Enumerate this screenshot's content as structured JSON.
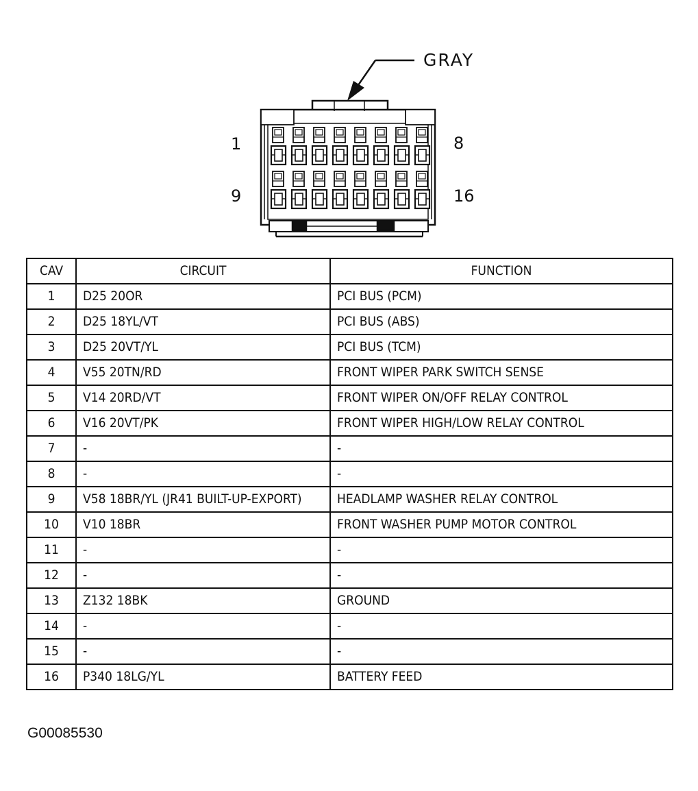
{
  "connector": {
    "color_label": "GRAY",
    "pin_labels": {
      "top_left": "1",
      "top_right": "8",
      "bottom_left": "9",
      "bottom_right": "16"
    }
  },
  "table": {
    "headers": {
      "cav": "CAV",
      "circuit": "CIRCUIT",
      "function": "FUNCTION"
    },
    "rows": [
      {
        "cav": "1",
        "circuit": "D25 20OR",
        "function": "PCI BUS (PCM)"
      },
      {
        "cav": "2",
        "circuit": "D25 18YL/VT",
        "function": "PCI BUS (ABS)"
      },
      {
        "cav": "3",
        "circuit": "D25 20VT/YL",
        "function": "PCI BUS (TCM)"
      },
      {
        "cav": "4",
        "circuit": "V55 20TN/RD",
        "function": "FRONT WIPER PARK SWITCH SENSE"
      },
      {
        "cav": "5",
        "circuit": "V14 20RD/VT",
        "function": "FRONT WIPER ON/OFF RELAY CONTROL"
      },
      {
        "cav": "6",
        "circuit": "V16 20VT/PK",
        "function": "FRONT WIPER HIGH/LOW RELAY CONTROL"
      },
      {
        "cav": "7",
        "circuit": "-",
        "function": "-"
      },
      {
        "cav": "8",
        "circuit": "-",
        "function": "-"
      },
      {
        "cav": "9",
        "circuit": "V58 18BR/YL (JR41 BUILT-UP-EXPORT)",
        "function": "HEADLAMP WASHER RELAY CONTROL"
      },
      {
        "cav": "10",
        "circuit": "V10 18BR",
        "function": "FRONT WASHER PUMP MOTOR CONTROL"
      },
      {
        "cav": "11",
        "circuit": "-",
        "function": "-"
      },
      {
        "cav": "12",
        "circuit": "-",
        "function": "-"
      },
      {
        "cav": "13",
        "circuit": "Z132 18BK",
        "function": "GROUND"
      },
      {
        "cav": "14",
        "circuit": "-",
        "function": "-"
      },
      {
        "cav": "15",
        "circuit": "-",
        "function": "-"
      },
      {
        "cav": "16",
        "circuit": "P340 18LG/YL",
        "function": "BATTERY FEED"
      }
    ]
  },
  "figure_id": "G00085530"
}
